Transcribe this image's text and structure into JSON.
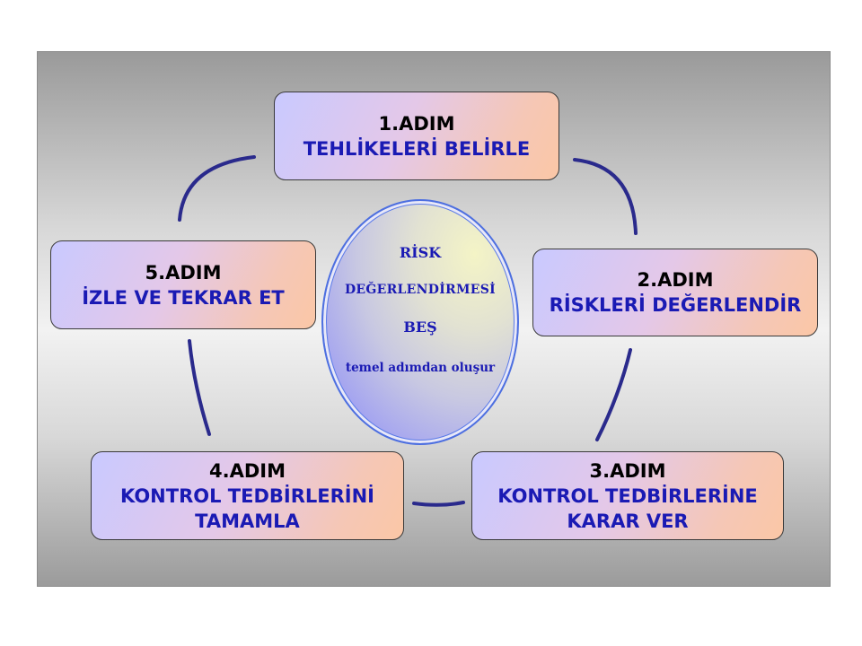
{
  "center": {
    "line1": "RİSK",
    "line2": "DEĞERLENDİRMESİ",
    "line3": "BEŞ",
    "line4": "temel adımdan oluşur"
  },
  "steps": [
    {
      "number": "1.ADIM",
      "text": "TEHLİKELERİ BELİRLE"
    },
    {
      "number": "2.ADIM",
      "text": "RİSKLERİ DEĞERLENDİR"
    },
    {
      "number": "3.ADIM",
      "text": "KONTROL TEDBİRLERİNE KARAR VER"
    },
    {
      "number": "4.ADIM",
      "text": "KONTROL TEDBİRLERİNİ TAMAMLA"
    },
    {
      "number": "5.ADIM",
      "text": "İZLE VE TEKRAR ET"
    }
  ],
  "colors": {
    "step_text": "#1a1ab4",
    "connector": "#2a2a8c",
    "ellipse_border": "#4d6fe0"
  }
}
